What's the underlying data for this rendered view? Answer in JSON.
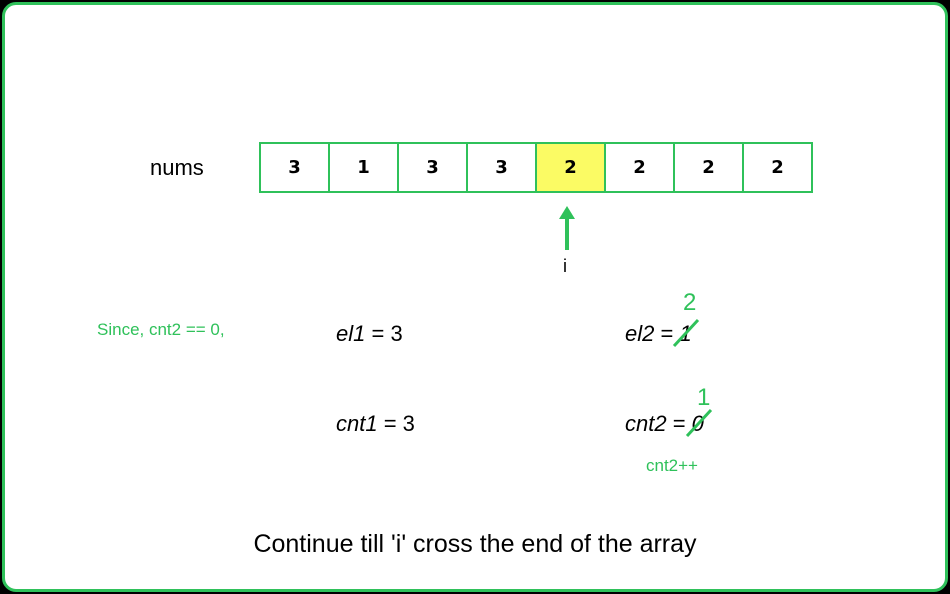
{
  "array": {
    "label": "nums",
    "values": [
      "3",
      "1",
      "3",
      "3",
      "2",
      "2",
      "2",
      "2"
    ],
    "active_index": 4
  },
  "pointer": {
    "label": "i"
  },
  "condition": "Since, cnt2 == 0,",
  "el1": {
    "name": "el1",
    "eq": " = ",
    "value": "3"
  },
  "cnt1": {
    "name": "cnt1",
    "eq": " = ",
    "value": "3"
  },
  "el2": {
    "name": "el2",
    "eq": " = ",
    "old": "1",
    "new": "2"
  },
  "cnt2": {
    "name": "cnt2",
    "eq": " = ",
    "old": "0",
    "new": "1",
    "op": "cnt2++"
  },
  "footer": "Continue till 'i' cross the end of the array",
  "colors": {
    "accent": "#2fc15a",
    "highlight": "#fbfb64"
  }
}
